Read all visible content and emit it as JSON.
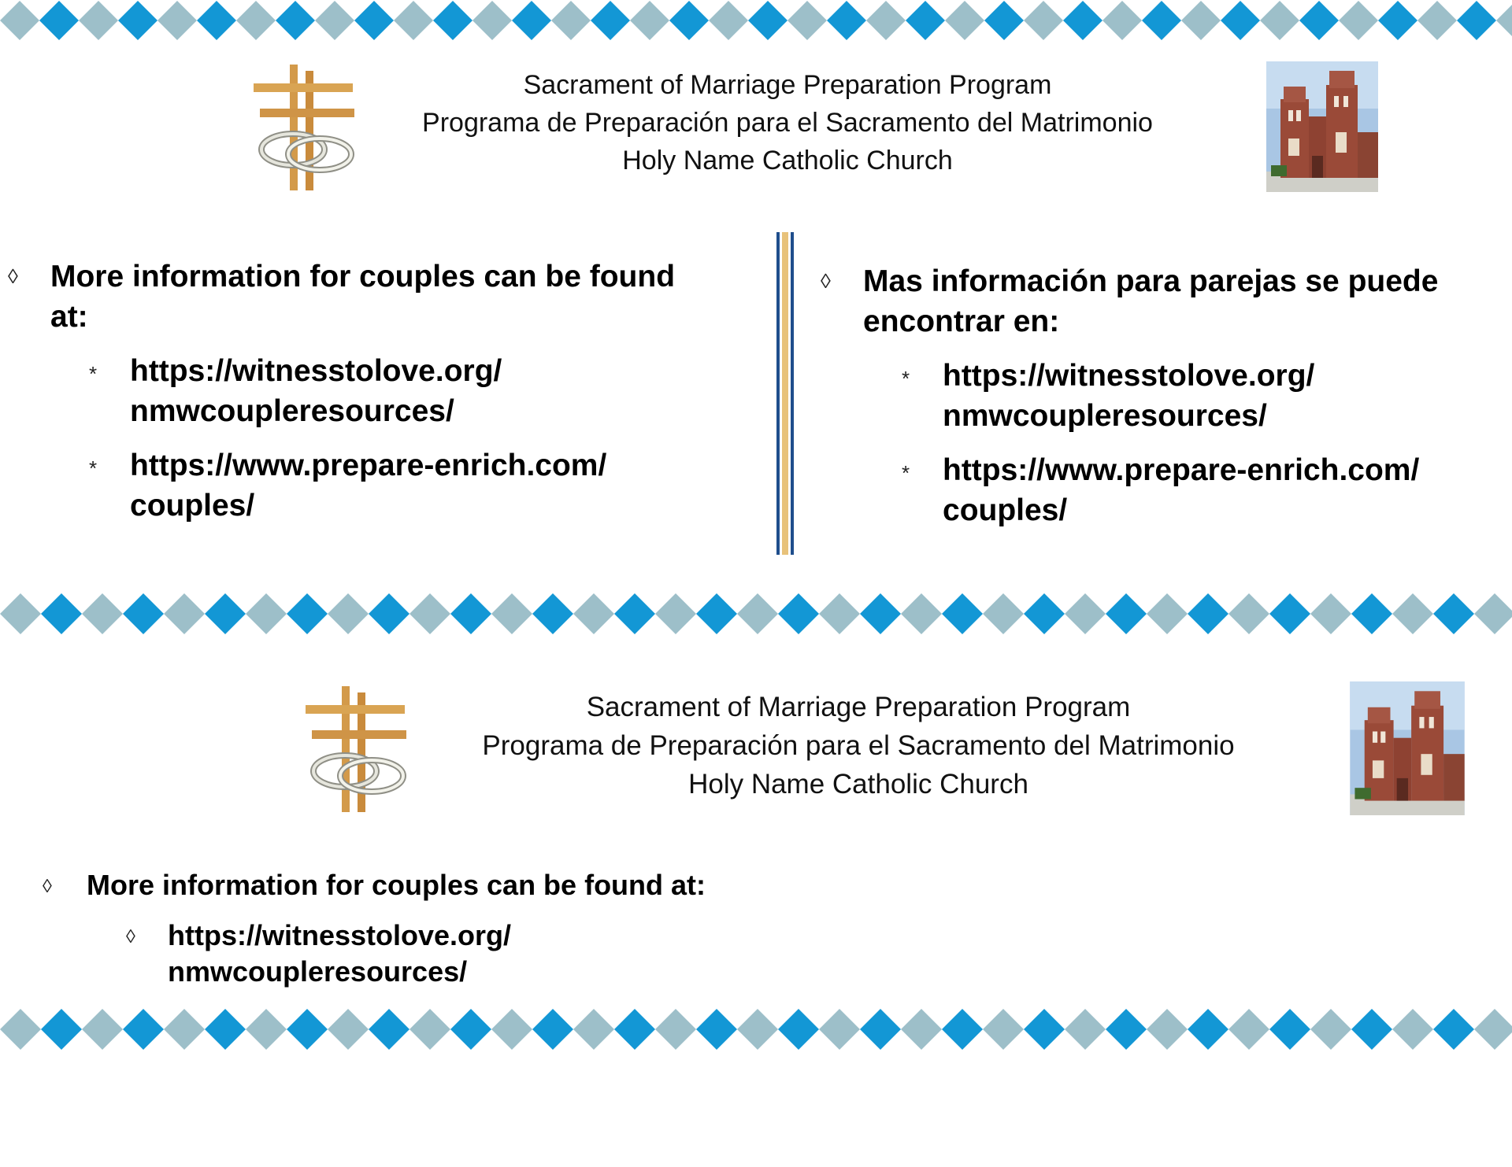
{
  "colors": {
    "diamond_blue": "#1397d5",
    "diamond_grey": "#9dbfc9",
    "divider_blue": "#1f4e8c",
    "divider_gold": "#e8c27a"
  },
  "icons": {
    "header_logo": "cross-with-rings-icon",
    "header_photo": "church-photo",
    "bullet_main": "diamond-outline-bullet",
    "bullet_sub": "asterisk-bullet"
  },
  "header": {
    "line1": "Sacrament of Marriage Preparation Program",
    "line2": "Programa de Preparación para el Sacramento del Matrimonio",
    "line3": "Holy Name Catholic Church"
  },
  "card_top": {
    "left": {
      "bullet": "◊",
      "lead": "More information for couples can be found at:",
      "sub_bullet": "*",
      "links": [
        "https://witnesstolove.org/ nmwcoupleresources/",
        "https://www.prepare-enrich.com/ couples/"
      ]
    },
    "right": {
      "bullet": "◊",
      "lead": "Mas información para parejas se puede encontrar en:",
      "sub_bullet": "*",
      "links": [
        "https://witnesstolove.org/ nmwcoupleresources/",
        "https://www.prepare-enrich.com/ couples/"
      ]
    }
  },
  "card_bottom": {
    "bullet": "◊",
    "lead": "More information for couples can be found at:",
    "sub_bullet": "◊",
    "links": [
      "https://witnesstolove.org/ nmwcoupleresources/"
    ]
  }
}
